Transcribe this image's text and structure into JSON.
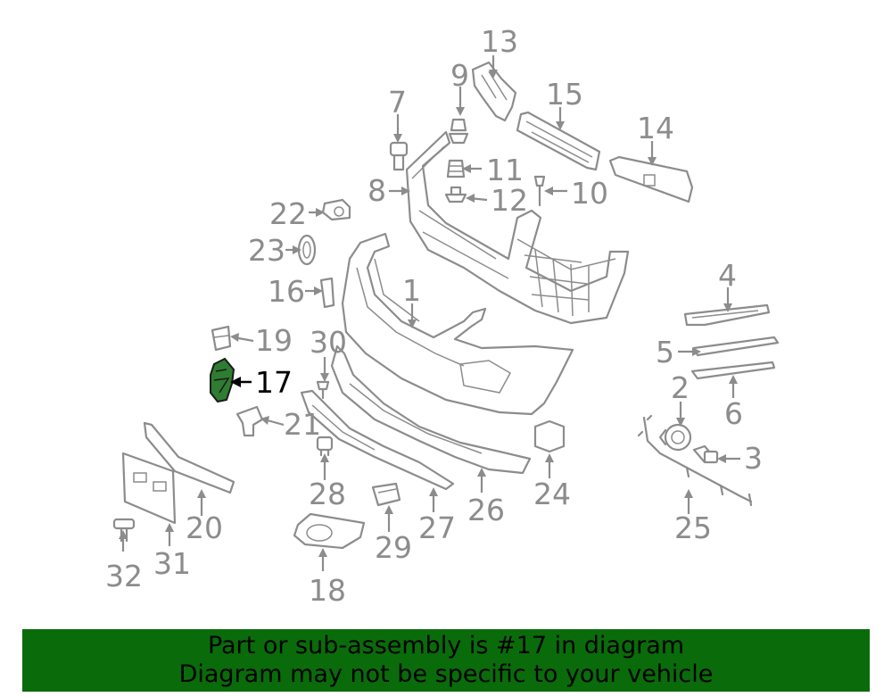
{
  "diagram": {
    "highlighted_part": "17",
    "highlight_color": "#2e7d32",
    "callouts": [
      "1",
      "2",
      "3",
      "4",
      "5",
      "6",
      "7",
      "8",
      "9",
      "10",
      "11",
      "12",
      "13",
      "14",
      "15",
      "16",
      "17",
      "18",
      "19",
      "20",
      "21",
      "22",
      "23",
      "24",
      "25",
      "26",
      "27",
      "28",
      "29",
      "30",
      "31",
      "32"
    ]
  },
  "banner": {
    "line1": "Part or sub-assembly is #17 in diagram",
    "line2": "Diagram may not be specific to your vehicle",
    "background": "#0a6b0a"
  }
}
